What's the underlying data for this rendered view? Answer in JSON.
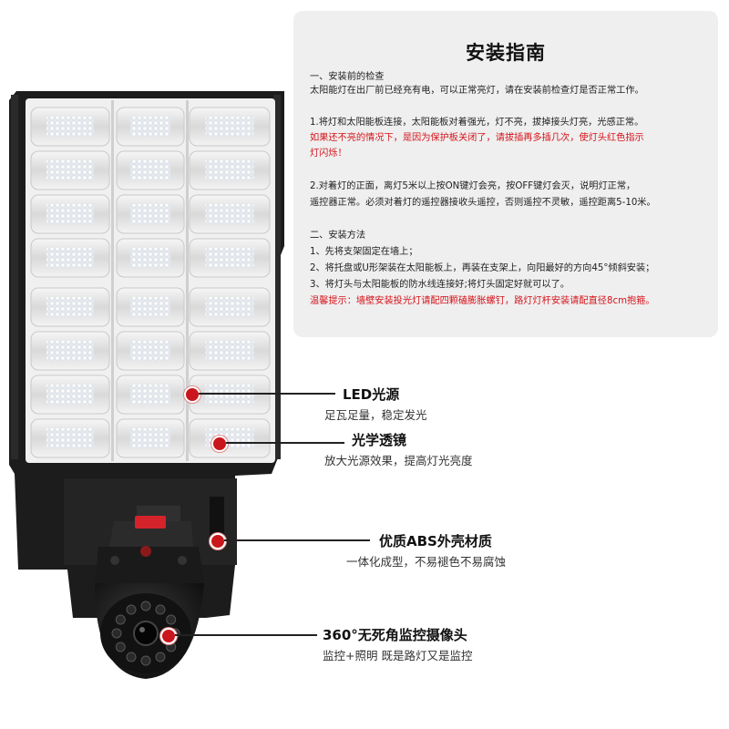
{
  "guide": {
    "title": "安装指南",
    "lines": [
      {
        "text": "一、安装前的检查",
        "color": "normal"
      },
      {
        "text": "太阳能灯在出厂前已经充有电，可以正常亮灯，请在安装前检查灯是否正常工作。",
        "color": "normal"
      },
      {
        "text": "1.将灯和太阳能板连接，太阳能板对着强光，灯不亮，拔掉接头灯亮，光感正常。",
        "color": "normal"
      },
      {
        "text": "如果还不亮的情况下，是因为保护板关闭了，请拔插再多插几次，使灯头红色指示",
        "color": "red"
      },
      {
        "text": "灯闪烁！",
        "color": "red"
      },
      {
        "text": "2.对着灯的正面，离灯5米以上按ON键灯会亮，按OFF键灯会灭，说明灯正常，",
        "color": "normal"
      },
      {
        "text": "遥控器正常。必须对着灯的遥控器接收头遥控，否则遥控不灵敏，遥控距离5-10米。",
        "color": "normal"
      },
      {
        "text": "二、安装方法",
        "color": "normal"
      },
      {
        "text": "1、先将支架固定在墙上；",
        "color": "normal"
      },
      {
        "text": "2、将托盘或U形架装在太阳能板上，再装在支架上，向阳最好的方向45°倾斜安装；",
        "color": "normal"
      },
      {
        "text": "3、将灯头与太阳能板的防水线连接好;将灯头固定好就可以了。",
        "color": "normal"
      },
      {
        "text": "温馨提示：墙壁安装投光灯请配四颗磕膨胀螺钉，路灯灯杆安装请配直径8cm抱箍。",
        "color": "red"
      }
    ]
  },
  "callouts": [
    {
      "title": "LED光源",
      "subtitle": "足瓦足量，稳定发光"
    },
    {
      "title": "光学透镜",
      "subtitle": "放大光源效果，提高灯光亮度"
    },
    {
      "title": "优质ABS外壳材质",
      "subtitle": "一体化成型，不易褪色不易腐蚀"
    },
    {
      "title": "360°无死角监控摄像头",
      "subtitle": "监控+照明 既是路灯又是监控"
    }
  ],
  "colors": {
    "accent_red": "#d6141b",
    "callout_dot": "#c9161c",
    "panel_bg": "#efefef",
    "housing": "#1c1c1c"
  },
  "icons": [
    "led-module-icon",
    "camera-icon",
    "red-dot-marker-icon"
  ]
}
